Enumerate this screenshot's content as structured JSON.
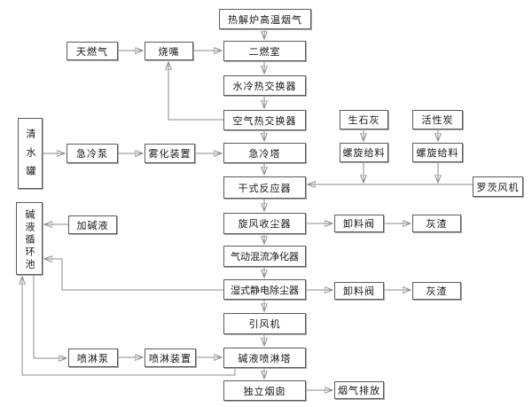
{
  "diagram": {
    "type": "process-flow-diagram",
    "language": "zh-CN",
    "colors": {
      "box_border": "#5b5b5b",
      "line": "#8b8b8b",
      "arrowhead": "#111111",
      "background": "#ffffff"
    },
    "nodes": {
      "pyrolysis_flue_gas": "热解炉高温烟气",
      "natural_gas": "天燃气",
      "burner": "烧嘴",
      "secondary_chamber": "二燃室",
      "water_cooled_hx": "水冷热交换器",
      "air_hx": "空气热交换器",
      "clean_water_tank": "清水罐",
      "quench_pump": "急冷泵",
      "atomizer": "雾化装置",
      "quench_tower": "急冷塔",
      "quicklime": "生石灰",
      "activated_carbon": "活性炭",
      "screw_feeder_1": "螺旋给料",
      "screw_feeder_2": "螺旋给料",
      "dry_reactor": "干式反应器",
      "roots_blower": "罗茨风机",
      "cyclone": "旋风收尘器",
      "discharge_valve_1": "卸料阀",
      "ash_1": "灰渣",
      "alkali_feed": "加碱液",
      "alkali_pool": "碱液循环池",
      "mixed_flow_purifier": "气动混流净化器",
      "wet_esp": "湿式静电除尘器",
      "discharge_valve_2": "卸料阀",
      "ash_2": "灰渣",
      "id_fan": "引风机",
      "spray_pump": "喷淋泵",
      "spray_device": "喷淋装置",
      "spray_tower": "碱液喷淋塔",
      "chimney": "独立烟囱",
      "emission": "烟气排放"
    },
    "edges": [
      {
        "from": "pyrolysis_flue_gas",
        "to": "secondary_chamber"
      },
      {
        "from": "natural_gas",
        "to": "burner"
      },
      {
        "from": "burner",
        "to": "secondary_chamber"
      },
      {
        "from": "air_hx",
        "to": "burner"
      },
      {
        "from": "secondary_chamber",
        "to": "water_cooled_hx"
      },
      {
        "from": "water_cooled_hx",
        "to": "air_hx"
      },
      {
        "from": "air_hx",
        "to": "quench_tower"
      },
      {
        "from": "clean_water_tank",
        "to": "quench_pump"
      },
      {
        "from": "quench_pump",
        "to": "atomizer"
      },
      {
        "from": "atomizer",
        "to": "quench_tower"
      },
      {
        "from": "quench_tower",
        "to": "dry_reactor"
      },
      {
        "from": "quicklime",
        "to": "screw_feeder_1"
      },
      {
        "from": "activated_carbon",
        "to": "screw_feeder_2"
      },
      {
        "from": "screw_feeder_1",
        "to": "dry_reactor"
      },
      {
        "from": "screw_feeder_2",
        "to": "dry_reactor"
      },
      {
        "from": "roots_blower",
        "to": "dry_reactor"
      },
      {
        "from": "dry_reactor",
        "to": "cyclone"
      },
      {
        "from": "cyclone",
        "to": "discharge_valve_1"
      },
      {
        "from": "discharge_valve_1",
        "to": "ash_1"
      },
      {
        "from": "cyclone",
        "to": "mixed_flow_purifier"
      },
      {
        "from": "mixed_flow_purifier",
        "to": "wet_esp"
      },
      {
        "from": "wet_esp",
        "to": "discharge_valve_2"
      },
      {
        "from": "discharge_valve_2",
        "to": "ash_2"
      },
      {
        "from": "wet_esp",
        "to": "alkali_pool"
      },
      {
        "from": "alkali_feed",
        "to": "alkali_pool"
      },
      {
        "from": "alkali_pool",
        "to": "spray_pump"
      },
      {
        "from": "spray_pump",
        "to": "spray_device"
      },
      {
        "from": "spray_device",
        "to": "spray_tower"
      },
      {
        "from": "wet_esp",
        "to": "id_fan"
      },
      {
        "from": "id_fan",
        "to": "spray_tower"
      },
      {
        "from": "spray_tower",
        "to": "alkali_pool"
      },
      {
        "from": "spray_tower",
        "to": "chimney"
      },
      {
        "from": "chimney",
        "to": "emission"
      }
    ]
  }
}
